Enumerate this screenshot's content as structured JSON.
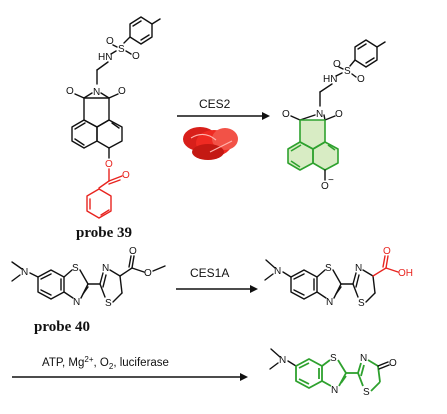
{
  "reaction1": {
    "enzyme": "CES2",
    "probe_label": "probe 39",
    "atoms": {
      "S": "S",
      "O": "O",
      "HN": "HN",
      "N": "N",
      "O_minus": "O",
      "minus": "−"
    },
    "colors": {
      "ester": "#e8241f",
      "fluorophore": "#2ea12e",
      "glow": "#d8ecc4",
      "enzyme": "#e8241f"
    }
  },
  "reaction2": {
    "enzyme": "CES1A",
    "probe_label": "probe 40",
    "atoms": {
      "N": "N",
      "S": "S",
      "O": "O",
      "OH": "OH"
    },
    "colors": {
      "acid": "#e8241f"
    }
  },
  "reaction3": {
    "conditions_prefix": "ATP, Mg",
    "conditions_sup": "2+",
    "conditions_mid": ", O",
    "conditions_sub": "2",
    "conditions_suffix": ", luciferase",
    "atoms": {
      "N": "N",
      "S": "S",
      "O": "O"
    },
    "colors": {
      "product": "#2ea12e"
    }
  }
}
